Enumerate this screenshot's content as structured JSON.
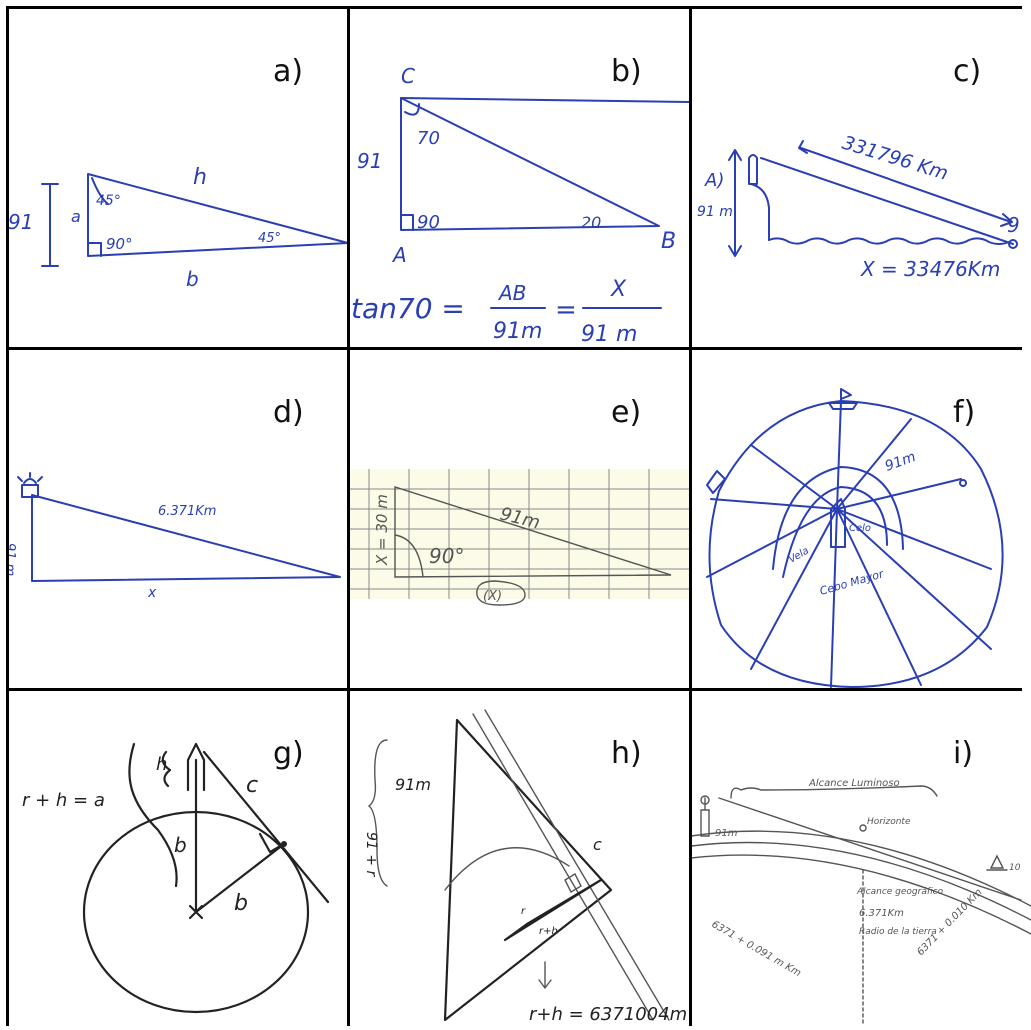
{
  "panels": {
    "a": {
      "label": "a)",
      "t_91": "91",
      "t_a": "a",
      "t_h": "h",
      "t_b": "b",
      "t_45_top": "45°",
      "t_90": "90°",
      "t_45_right": "45°"
    },
    "b": {
      "label": "b)",
      "t_C": "C",
      "t_70": "70",
      "t_91": "91",
      "t_90": "90",
      "t_20": "20",
      "t_A": "A",
      "t_B": "B",
      "eq_left": "tan70 =",
      "eq_num1": "AB",
      "eq_den1": "91m",
      "eq_eq": "=",
      "eq_num2": "X",
      "eq_den2": "91 m"
    },
    "c": {
      "label": "c)",
      "t_A": "A)",
      "t_dist": "331796 Km",
      "t_91m": "91 m",
      "t_x": "X = 33476Km",
      "t_9": "9"
    },
    "d": {
      "label": "d)",
      "t_dist": "6.371Km",
      "t_91m": "91 m",
      "t_x": "x"
    },
    "e": {
      "label": "e)",
      "t_91m": "91m",
      "t_x": "X = 30 m",
      "t_90": "90°",
      "t_xk": "(X)"
    },
    "f": {
      "label": "f)",
      "t_91m": "91m",
      "t_celo": "Celo",
      "t_vela": "Vela",
      "t_cebo": "Cebo Mayor"
    },
    "g": {
      "label": "g)",
      "t_rh": "r + h = a",
      "t_h": "h",
      "t_c": "c",
      "t_b1": "b",
      "t_b2": "b"
    },
    "h": {
      "label": "h)",
      "t_91m": "91m",
      "t_91r": "91 + r",
      "t_c": "c",
      "t_r": "r",
      "t_rh": "r+h",
      "t_result": "r+h = 6371004m"
    },
    "i": {
      "label": "i)",
      "t_alc": "Alcance Luminoso",
      "t_hor": "Horizonte",
      "t_91m": "91m",
      "t_geo": "Alcance geográfico",
      "t_km": "6.371Km",
      "t_radio": "Radio de la tierra",
      "t_left": "6371 + 0.091 m Km",
      "t_right": "6371 + 0.010 Km",
      "t_10": "10"
    }
  }
}
